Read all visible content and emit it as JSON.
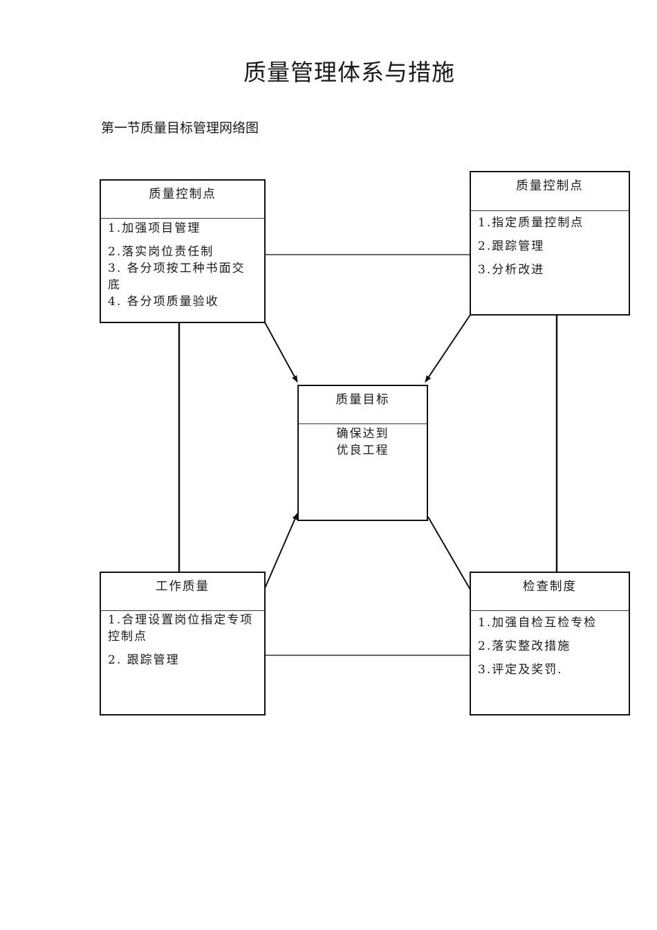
{
  "document": {
    "title": "质量管理体系与措施",
    "section_heading": "第一节质量目标管理网络图"
  },
  "diagram": {
    "type": "quality-management-network",
    "nodes": {
      "top_left": {
        "header": "质量控制点",
        "items": [
          "1.加强项目管理",
          "2.落实岗位责任制",
          "3. 各分项按工种书面交底",
          "4. 各分项质量验收"
        ]
      },
      "top_right": {
        "header": "质量控制点",
        "items": [
          "1.指定质量控制点",
          "2.跟踪管理",
          "3.分析改进"
        ]
      },
      "center": {
        "header": "质量目标",
        "items": [
          "确保达到",
          "优良工程"
        ]
      },
      "bottom_left": {
        "header": "工作质量",
        "items": [
          "1.合理设置岗位指定专项",
          "控制点",
          "2. 跟踪管理"
        ]
      },
      "bottom_right": {
        "header": "检查制度",
        "items": [
          "1.加强自检互检专检",
          "2.落实整改措施",
          "3.评定及奖罚."
        ]
      }
    },
    "edges": [
      {
        "from": "top_left",
        "to": "top_right",
        "style": "line"
      },
      {
        "from": "top_left",
        "to": "bottom_left",
        "style": "line"
      },
      {
        "from": "top_right",
        "to": "bottom_right",
        "style": "line"
      },
      {
        "from": "bottom_left",
        "to": "bottom_right",
        "style": "line"
      },
      {
        "from": "top_left",
        "to": "center",
        "style": "arrow"
      },
      {
        "from": "top_right",
        "to": "center",
        "style": "arrow"
      },
      {
        "from": "bottom_left",
        "to": "center",
        "style": "arrow"
      },
      {
        "from": "bottom_right",
        "to": "center",
        "style": "arrow"
      }
    ]
  }
}
